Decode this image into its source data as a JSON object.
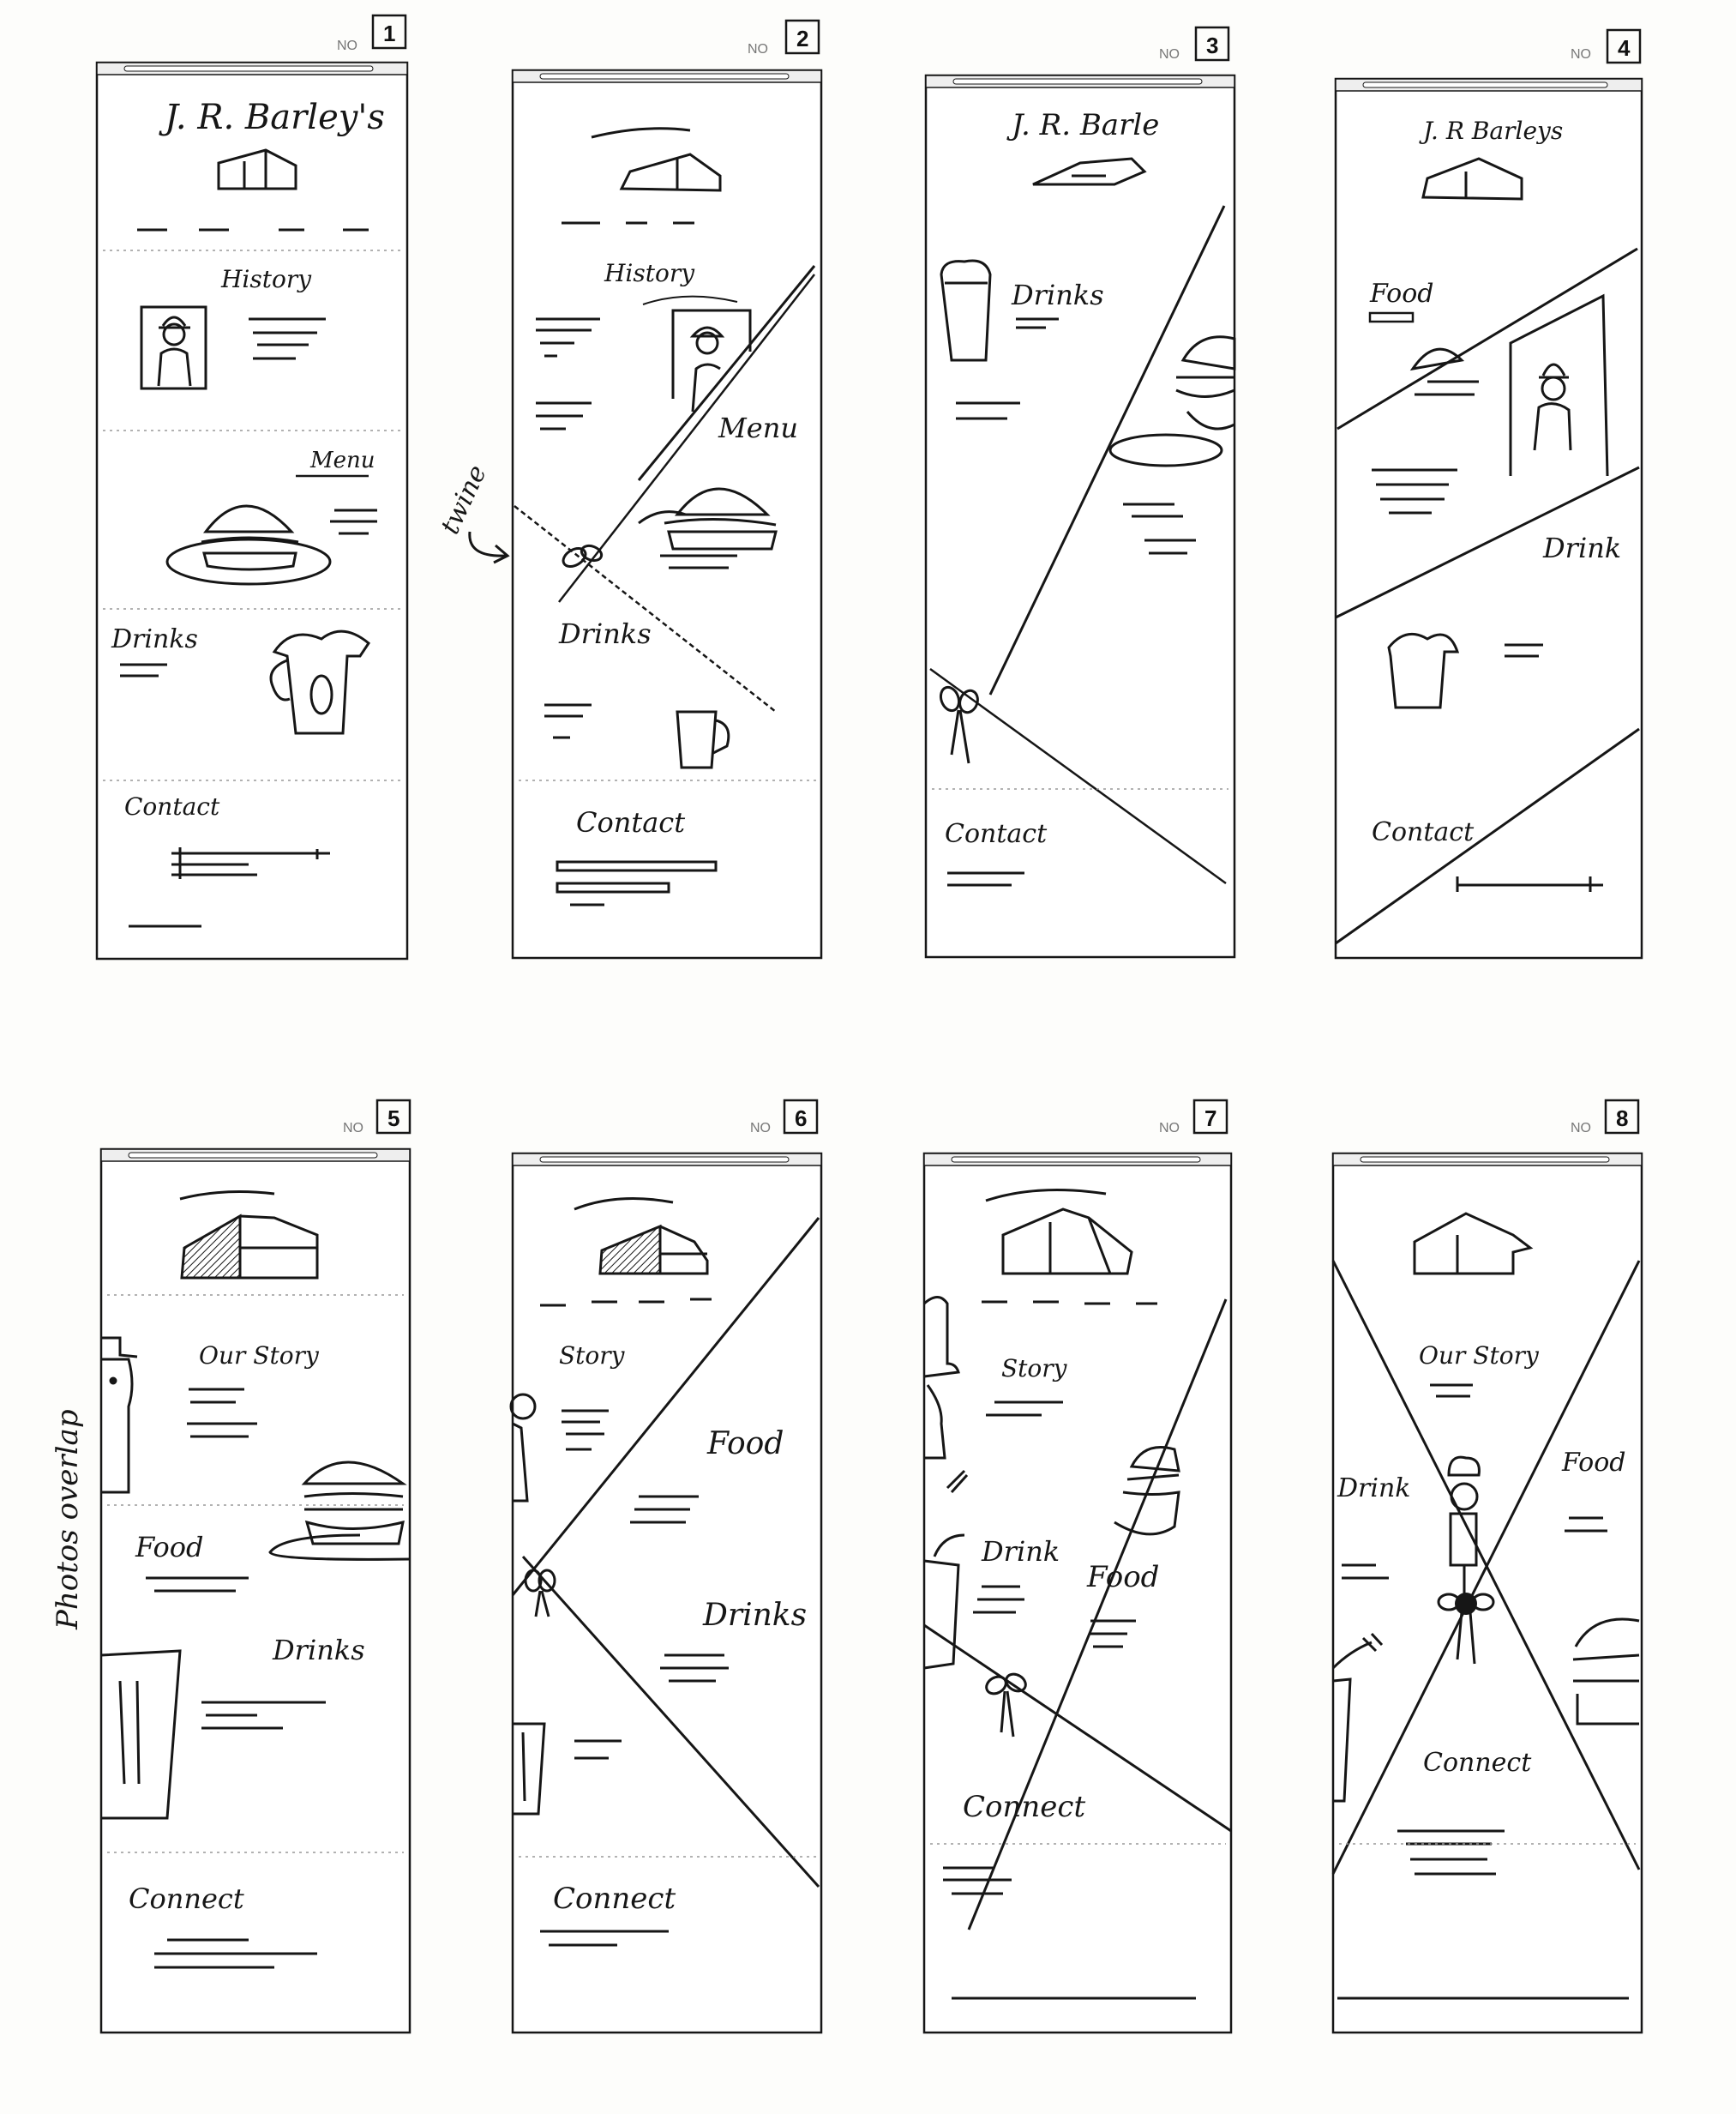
{
  "sheet": {
    "side_note": "Photos overlap",
    "twine_note": "twine"
  },
  "frames": [
    {
      "no_label": "NO",
      "number": "1",
      "brand": "J. R. Barley's",
      "sections": [
        "History",
        "Menu",
        "Drinks",
        "Contact"
      ]
    },
    {
      "no_label": "NO",
      "number": "2",
      "sections": [
        "History",
        "Menu",
        "Drinks",
        "Contact"
      ]
    },
    {
      "no_label": "NO",
      "number": "3",
      "brand": "J. R. Barle",
      "sections": [
        "Drinks",
        "Contact"
      ]
    },
    {
      "no_label": "NO",
      "number": "4",
      "brand": "J. R Barleys",
      "sections": [
        "Food",
        "Drink",
        "Contact"
      ]
    },
    {
      "no_label": "NO",
      "number": "5",
      "sections": [
        "Our Story",
        "Food",
        "Drinks",
        "Connect"
      ]
    },
    {
      "no_label": "NO",
      "number": "6",
      "sections": [
        "Story",
        "Food",
        "Drinks",
        "Connect"
      ]
    },
    {
      "no_label": "NO",
      "number": "7",
      "sections": [
        "Story",
        "Drink",
        "Food",
        "Connect"
      ]
    },
    {
      "no_label": "NO",
      "number": "8",
      "sections": [
        "Our Story",
        "Drink",
        "Food",
        "Connect"
      ]
    }
  ]
}
